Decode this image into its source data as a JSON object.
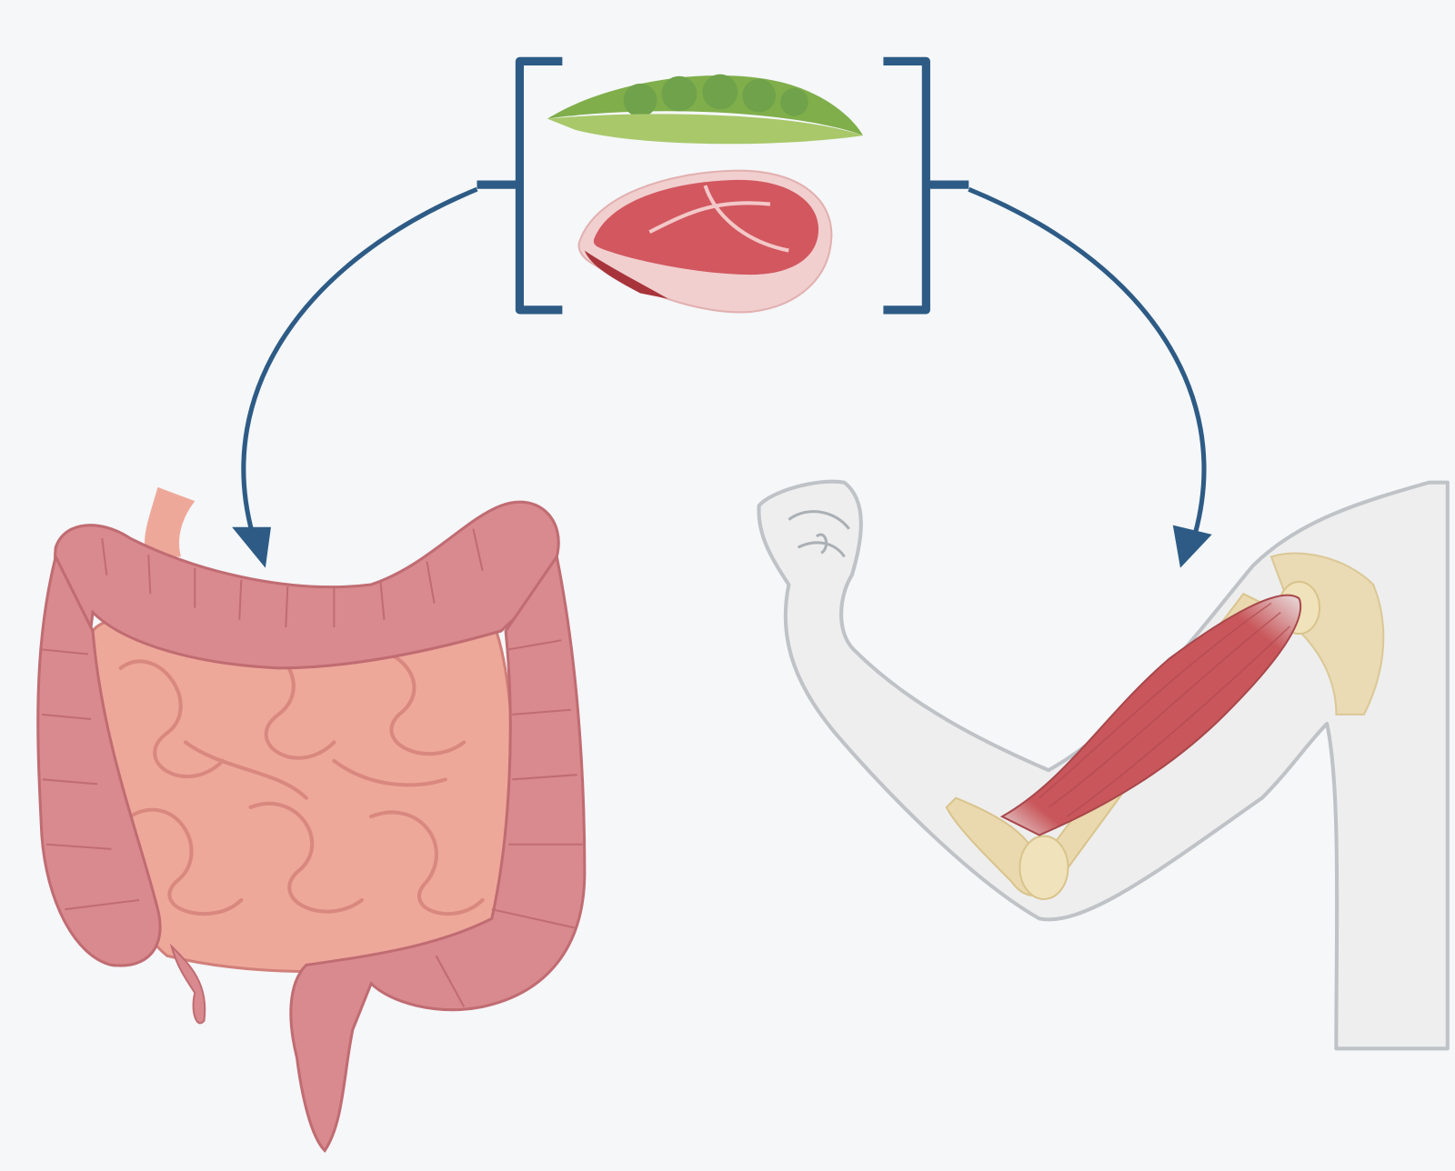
{
  "diagram": {
    "type": "protein-source-to-gut-and-muscle",
    "food_sources": [
      {
        "name": "pea-pod",
        "icon": "pea-pod-icon"
      },
      {
        "name": "steak",
        "icon": "steak-icon"
      }
    ],
    "targets": [
      {
        "name": "intestines",
        "icon": "intestines-icon"
      },
      {
        "name": "arm-biceps-muscle",
        "icon": "biceps-muscle-icon"
      }
    ],
    "colors": {
      "background": "#f5f7f9",
      "bracket_arrow": "#2d5b85",
      "pea_pod": "#9cc05a",
      "peas": "#6fa24a",
      "meat": "#d2575f",
      "fat": "#f1cfcf",
      "colon": "#d98a8e",
      "small_intestine": "#eea89a",
      "muscle": "#c8565a",
      "bone": "#ead9ae",
      "skin_outline": "#bfc3c7"
    }
  }
}
